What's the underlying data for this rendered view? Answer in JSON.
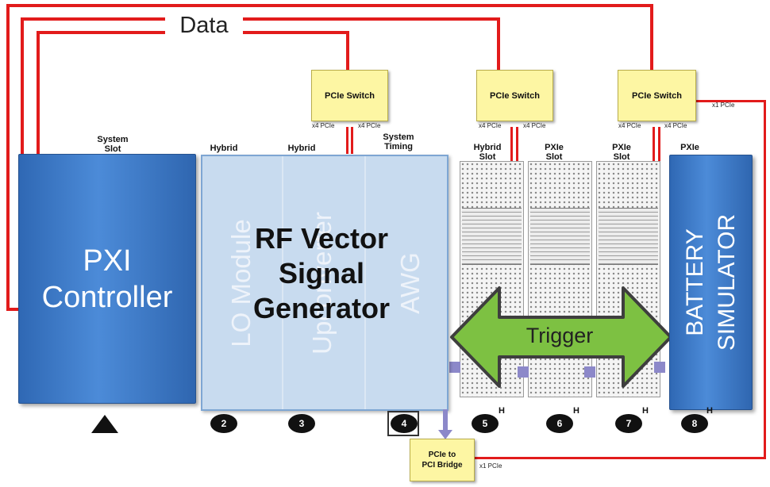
{
  "data_label": "Data",
  "switches": [
    {
      "label": "PCIe Switch",
      "left_port": "x4 PCIe",
      "right_port": "x4 PCIe"
    },
    {
      "label": "PCIe Switch",
      "left_port": "x4 PCIe",
      "right_port": "x4 PCIe"
    },
    {
      "label": "PCIe Switch",
      "left_port": "x4 PCIe",
      "right_port": "x4 PCIe"
    }
  ],
  "uplink_label": "x1 PCIe",
  "slot_labels": {
    "s1": "System\nSlot",
    "s2": "Hybrid",
    "s3": "Hybrid",
    "s4": "System\nTiming",
    "s5": "Hybrid\nSlot",
    "s6": "PXIe\nSlot",
    "s7": "PXIe\nSlot",
    "s8": "PXIe"
  },
  "controller_label": "PXI\nController",
  "vsg": {
    "title": "RF Vector\nSignal\nGenerator",
    "modules": [
      "LO Module",
      "Upconverter",
      "AWG"
    ]
  },
  "trigger_label": "Trigger",
  "battery_label": "BATTERY\nSIMULATOR",
  "bridge": {
    "label": "PCIe to\nPCI Bridge",
    "port": "x1 PCIe"
  },
  "slot_numbers": [
    "2",
    "3",
    "4",
    "5",
    "6",
    "7",
    "8"
  ],
  "h_marker": "H",
  "colors": {
    "wire": "#e21b1b",
    "switch": "#fdf6a3",
    "controller": "#3a76c4",
    "vsg": "#c5d9ee",
    "trigger": "#7dc142",
    "battery": "#3a76c4"
  }
}
